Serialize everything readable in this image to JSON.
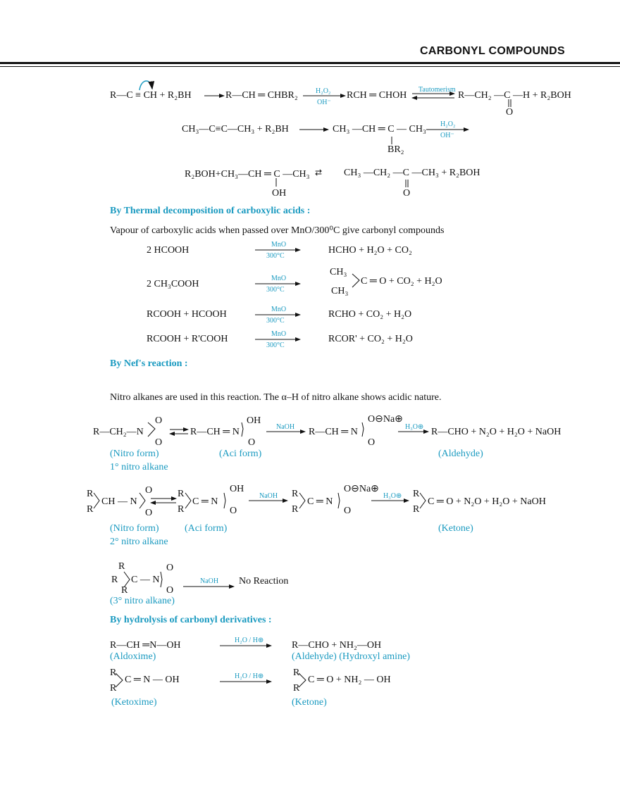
{
  "header": {
    "title": "CARBONYL COMPOUNDS"
  },
  "hydroboration": {
    "r1_left": "R—C ≡ CH + R₂BH",
    "r1_mid": "R—CH ═ CHBR₂",
    "r1_reag_top": "H₂O₂",
    "r1_reag_bot": "OH⁻",
    "r1_enol": "RCH ═ CHOH",
    "r1_taut": "Tautomerism",
    "r1_prod": "R—CH₂ —C —H + R₂BOH",
    "r1_o": "O",
    "r2_left": "CH₃—C≡C—CH₃ + R₂BH",
    "r2_mid": "CH₃ —CH ═ C — CH₃",
    "r2_br": "BR₂",
    "r2_reag_top": "H₂O₂",
    "r2_reag_bot": "OH⁻",
    "r3_left": "R₂BOH+CH₃—CH ═ C —CH₃",
    "r3_oh": "OH",
    "r3_prod": "CH₃ —CH₂ —C —CH₃ + R₂BOH",
    "r3_o": "O"
  },
  "thermal": {
    "heading": "By Thermal decomposition of carboxylic acids :",
    "intro": "Vapour of carboxylic acids when passed over MnO/300⁰C give carbonyl compounds",
    "reagent_top": "MnO",
    "reagent_bot": "300°C",
    "rows": [
      {
        "left": "2 HCOOH",
        "right": "HCHO + H₂O + CO₂"
      },
      {
        "left": "2 CH₃COOH",
        "right": "C ═ O + CO₂ + H₂O",
        "top": "CH₃",
        "bot": "CH₃"
      },
      {
        "left": "RCOOH + HCOOH",
        "right": "RCHO + CO₂ + H₂O"
      },
      {
        "left": "RCOOH + R'COOH",
        "right": "RCOR' + CO₂ + H₂O"
      }
    ]
  },
  "nef": {
    "heading": "By Nef's reaction :",
    "intro": "Nitro alkanes are used in this reaction. The α–H of nitro alkane shows acidic nature.",
    "naoh": "NaOH",
    "h3o": "H₃O⊕",
    "p1_a": "R—CH₂—N",
    "p1_b": "R—CH ═ N",
    "p1_c": "R—CH ═ N",
    "p1_d": "R—CHO + N₂O + H₂O + NaOH",
    "o": "O",
    "oh": "OH",
    "ona": "O⊖Na⊕",
    "p1_lbl1": "(Nitro form)",
    "p1_lbl2": "(Aci form)",
    "p1_lbl3": "(Aldehyde)",
    "p1_type": "1° nitro alkane",
    "r": "R",
    "p2_a": "CH — N",
    "p2_b": "C ═ N",
    "p2_c": "C ═ N",
    "p2_d": "C ═ O + N₂O + H₂O + NaOH",
    "p2_lbl1": "(Nitro form)",
    "p2_lbl2": "(Aci form)",
    "p2_lbl3": "(Ketone)",
    "p2_type": "2° nitro alkane",
    "p3_a": "C — N",
    "p3_prod": "No Reaction",
    "p3_type": "(3° nitro alkane)"
  },
  "hydrolysis": {
    "heading": "By hydrolysis of carbonyl derivatives :",
    "reagent": "H₂O / H⊕",
    "r1_left": "R—CH ═N—OH",
    "r1_left_lbl": "(Aldoxime)",
    "r1_right": "R—CHO + NH₂—OH",
    "r1_right_lbl": "(Aldehyde)  (Hydroxyl amine)",
    "r2_left": "C ═ N — OH",
    "r2_left_lbl": "(Ketoxime)",
    "r2_right": "C ═ O + NH₂ — OH",
    "r2_right_lbl": "(Ketone)",
    "r": "R"
  }
}
